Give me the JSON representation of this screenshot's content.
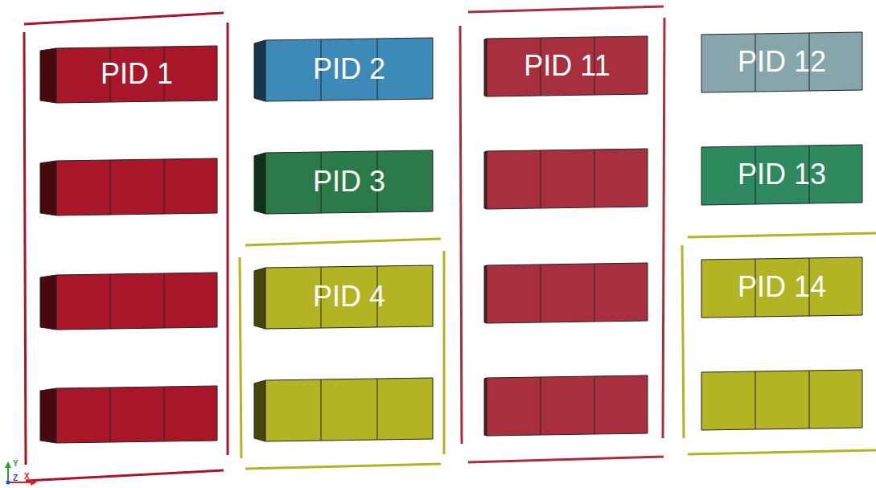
{
  "diagram": {
    "nodes": [
      {
        "text": [
          "PID 1"
        ]
      },
      {
        "text": [
          "PID 2"
        ]
      },
      {
        "text": [
          "PID 3"
        ]
      },
      {
        "text": [
          "PID 4"
        ]
      },
      {
        "text": [
          "PID 11"
        ]
      },
      {
        "text": [
          "PID 12"
        ]
      },
      {
        "text": [
          "PID 13"
        ]
      },
      {
        "text": [
          "PID 14"
        ]
      }
    ],
    "labels": [
      "Y",
      "Z",
      "X"
    ]
  }
}
